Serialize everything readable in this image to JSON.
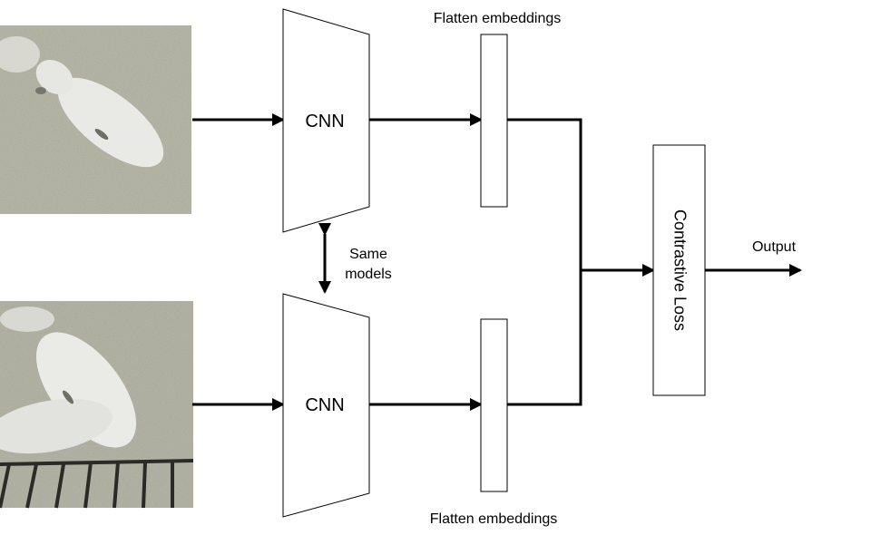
{
  "diagram": {
    "top_embedding_label": "Flatten embeddings",
    "bottom_embedding_label": "Flatten embeddings",
    "top_cnn_label": "CNN",
    "bottom_cnn_label": "CNN",
    "shared_label_line1": "Same",
    "shared_label_line2": "models",
    "loss_label": "Contrastive Loss",
    "output_label": "Output"
  },
  "colors": {
    "line": "#000000",
    "box_fill": "#ffffff",
    "photo_background": "#b9b9aa",
    "pig": "#ecece8"
  }
}
